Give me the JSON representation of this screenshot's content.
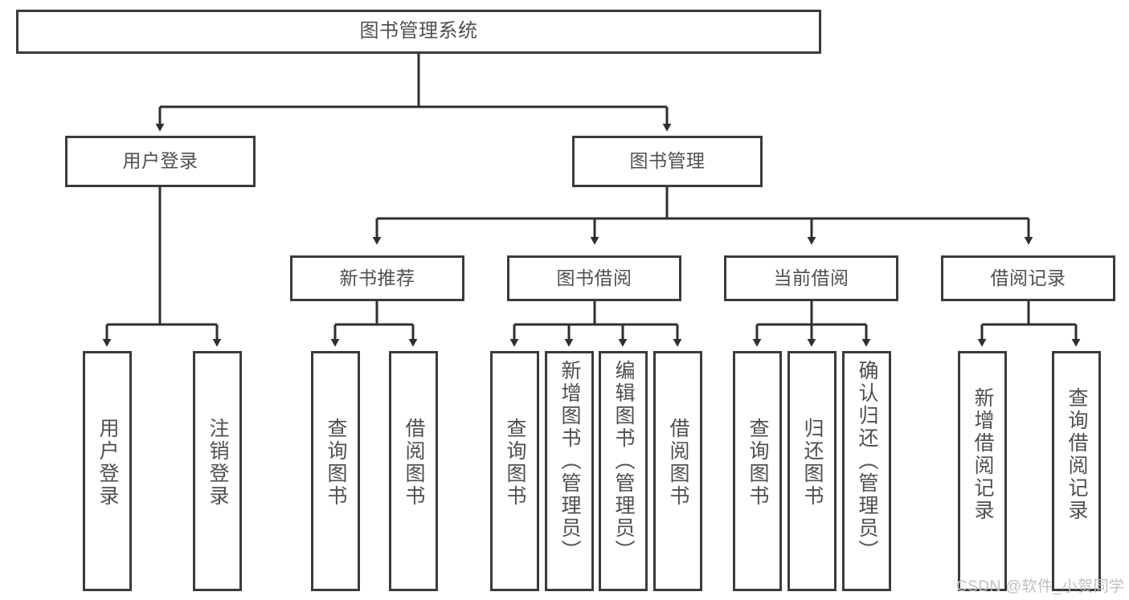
{
  "diagram": {
    "title": "图书管理系统",
    "type": "tree",
    "colors": {
      "box_border": "#3b3b3b",
      "box_fill": "#ffffff",
      "connector": "#2f2f2f",
      "text": "#4f4f4f",
      "watermark": "#bfbfbf",
      "background": "#ffffff"
    }
  },
  "nodes": {
    "root": {
      "label": "图书管理系统"
    },
    "level2": [
      {
        "id": "user-login",
        "label": "用户登录"
      },
      {
        "id": "book-manage",
        "label": "图书管理"
      }
    ],
    "level3": [
      {
        "id": "new-book-recommend",
        "label": "新书推荐"
      },
      {
        "id": "book-borrow",
        "label": "图书借阅"
      },
      {
        "id": "current-borrow",
        "label": "当前借阅"
      },
      {
        "id": "borrow-record",
        "label": "借阅记录"
      }
    ],
    "leaves": {
      "user_login": [
        {
          "id": "leaf-user-login",
          "label": "用户登录"
        },
        {
          "id": "leaf-logout-login",
          "label": "注销登录"
        }
      ],
      "new_book_recommend": [
        {
          "id": "leaf-query-book-1",
          "label": "查询图书"
        },
        {
          "id": "leaf-borrow-book-1",
          "label": "借阅图书"
        }
      ],
      "book_borrow": [
        {
          "id": "leaf-query-book-2",
          "label": "查询图书"
        },
        {
          "id": "leaf-add-book",
          "label": "新增图书（管理员）"
        },
        {
          "id": "leaf-edit-book",
          "label": "编辑图书（管理员）"
        },
        {
          "id": "leaf-borrow-book-2",
          "label": "借阅图书"
        }
      ],
      "current_borrow": [
        {
          "id": "leaf-query-book-3",
          "label": "查询图书"
        },
        {
          "id": "leaf-return-book",
          "label": "归还图书"
        },
        {
          "id": "leaf-confirm-return",
          "label": "确认归还（管理员）"
        }
      ],
      "borrow_record": [
        {
          "id": "leaf-add-record",
          "label": "新增借阅记录"
        },
        {
          "id": "leaf-query-record",
          "label": "查询借阅记录"
        }
      ]
    }
  },
  "watermark": {
    "text": "CSDN @软件_小贺同学"
  }
}
